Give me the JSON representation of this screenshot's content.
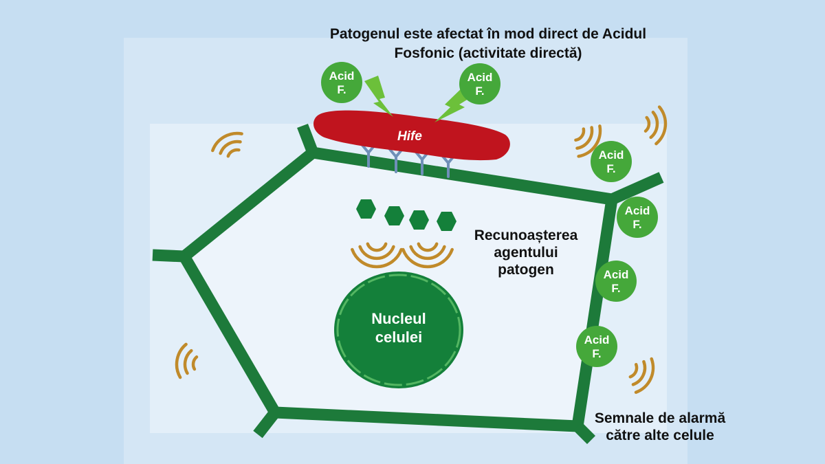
{
  "title_lines": [
    "Patogenul este afectat în mod direct de Acidul",
    "Fosfonic (activitate directă)"
  ],
  "hyphae_label": "Hife",
  "acid_label_lines": [
    "Acid",
    "F."
  ],
  "recognition_lines": [
    "Recunoașterea",
    "agentului",
    "patogen"
  ],
  "nucleus_lines": [
    "Nucleul",
    "celulei"
  ],
  "alarm_lines": [
    "Semnale de alarmă",
    "către alte celule"
  ],
  "colors": {
    "background": "#c6def2",
    "cell_interior": "#e3eff9",
    "cell_wall": "#1d7a3a",
    "nucleus": "#14803a",
    "hyphae": "#c0141e",
    "acid_circle": "#45a83a",
    "signal_arc": "#c08a2a",
    "lightning": "#6cc03a",
    "receptor": "#6f8fb8"
  }
}
